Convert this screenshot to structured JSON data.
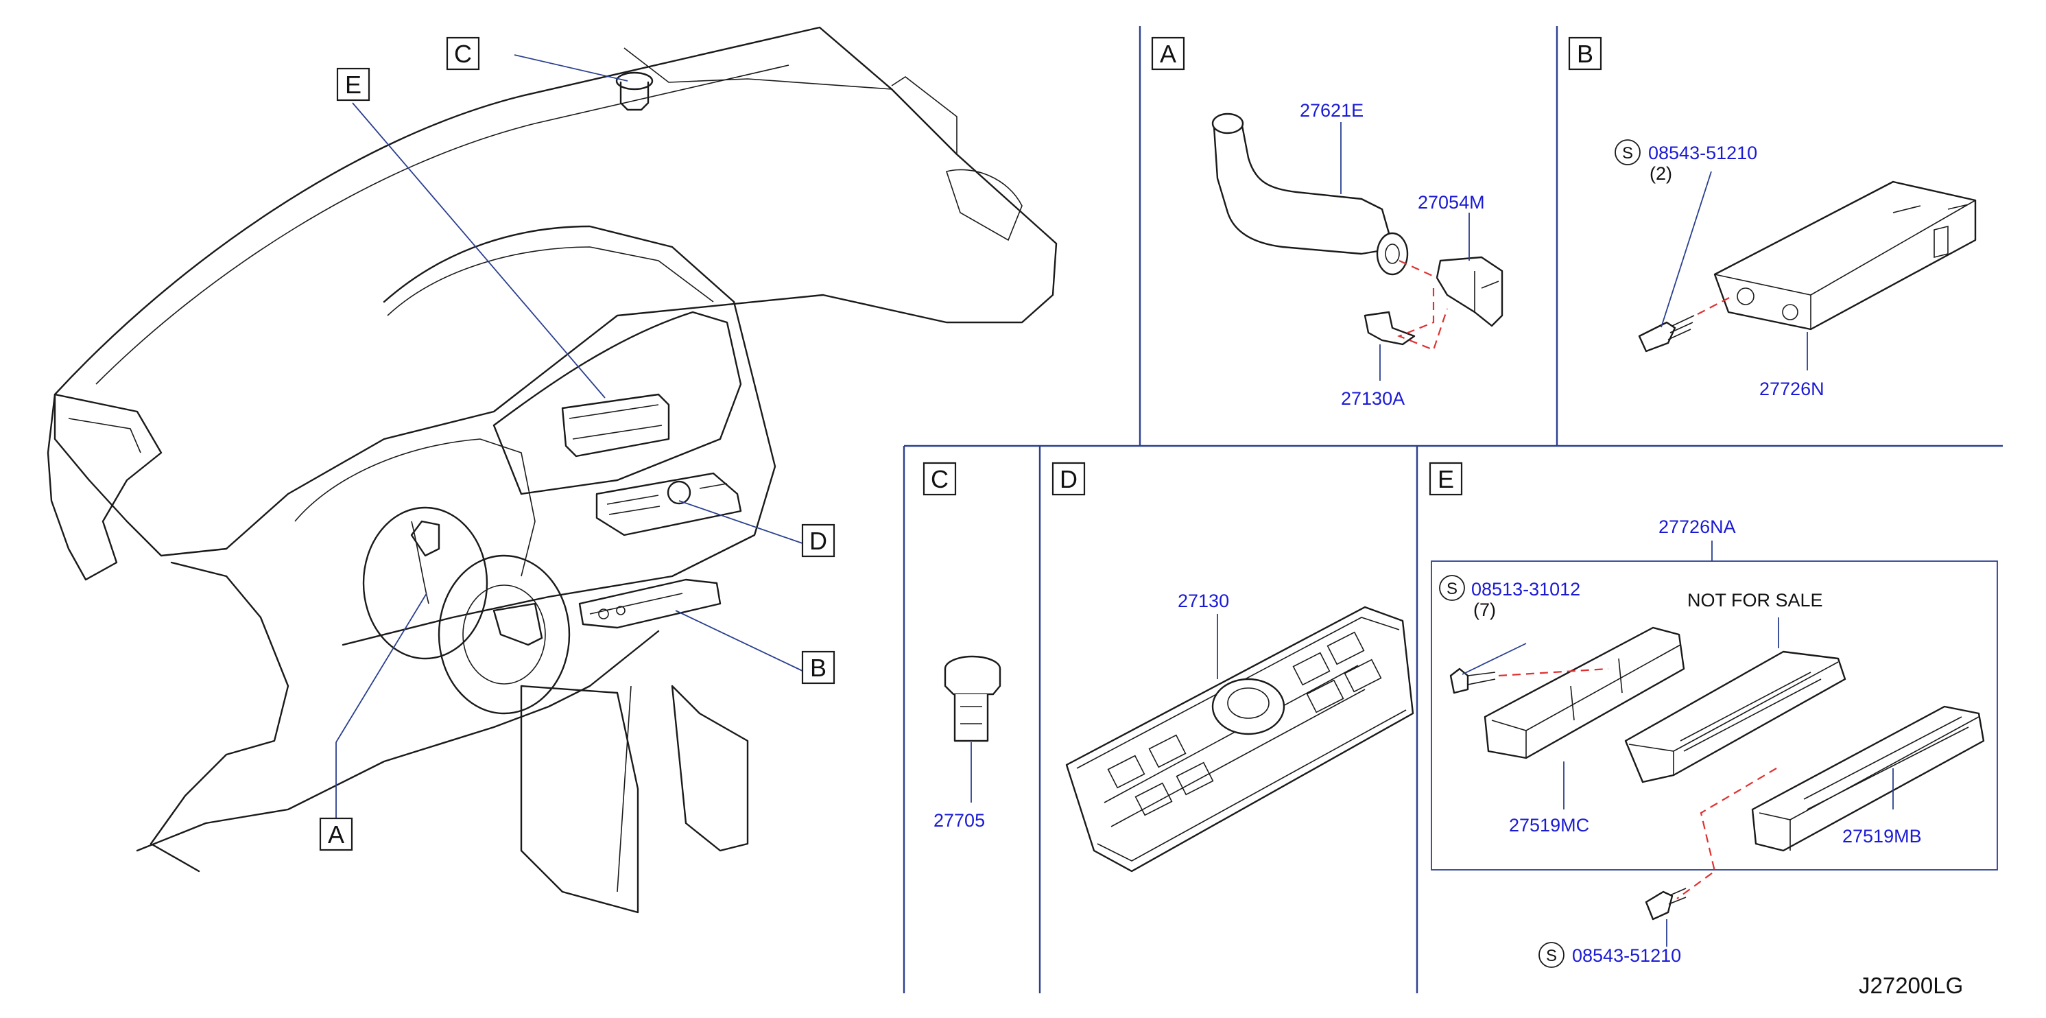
{
  "colors": {
    "part_number": "#1a1ad6",
    "leader_line": "#2a3f8f",
    "dashed_guide": "#e03030",
    "outline": "#1a1a1a"
  },
  "callouts": {
    "overview": {
      "a": "A",
      "b": "B",
      "c": "C",
      "d": "D",
      "e": "E"
    },
    "panels": {
      "a": "A",
      "b": "B",
      "c": "C",
      "d": "D",
      "e": "E"
    }
  },
  "symbols": {
    "s": "S"
  },
  "parts": {
    "a_hose": "27621E",
    "a_sensor": "27054M",
    "a_clip": "27130A",
    "b_screw": "08543-51210",
    "b_screw_qty": "(2)",
    "b_unit": "27726N",
    "c_part": "27705",
    "d_part": "27130",
    "e_assembly": "27726NA",
    "e_screw": "08513-31012",
    "e_screw_qty": "(7)",
    "e_note": "NOT   FOR   SALE",
    "e_bracket_left": "27519MC",
    "e_bracket_right": "27519MB",
    "e_bottom_screw": "08543-51210"
  },
  "diagram_code": "J27200LG"
}
